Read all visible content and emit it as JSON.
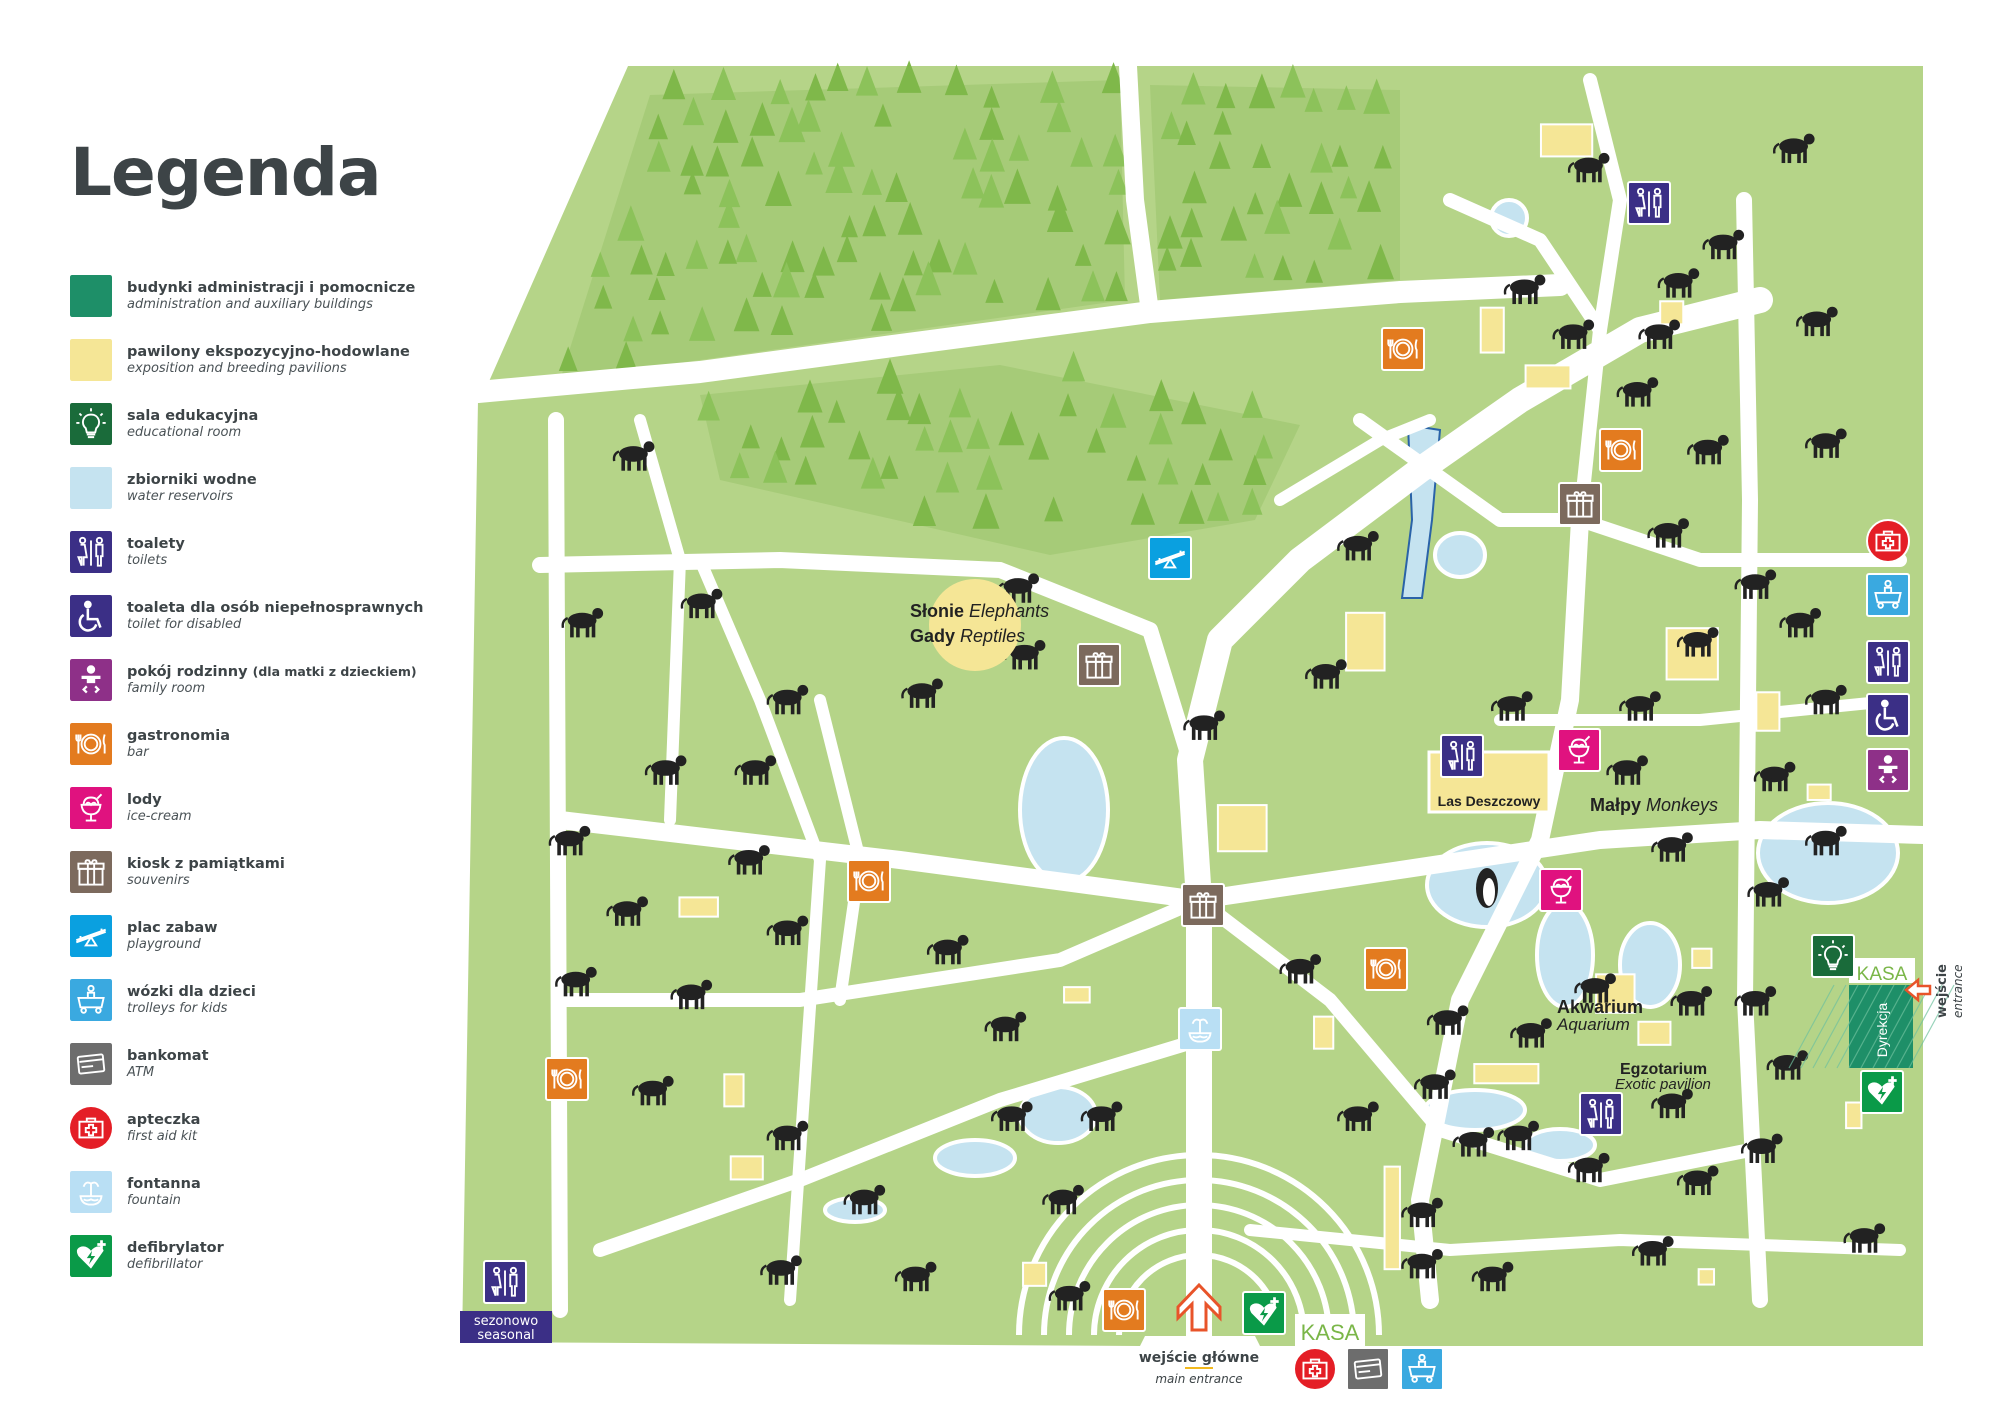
{
  "legend": {
    "title": "Legenda",
    "items": [
      {
        "pl": "budynki administracji i pomocnicze",
        "pl_extra": "",
        "en": "administration and auxiliary buildings",
        "icon": "admin-swatch",
        "color": "#1e8f68"
      },
      {
        "pl": "pawilony ekspozycyjno-hodowlane",
        "pl_extra": "",
        "en": "exposition and breeding pavilions",
        "icon": "pavilion-swatch",
        "color": "#f5e696"
      },
      {
        "pl": "sala edukacyjna",
        "pl_extra": "",
        "en": "educational room",
        "icon": "lightbulb-icon",
        "color": "#1a6b3a"
      },
      {
        "pl": "zbiorniki wodne",
        "pl_extra": "",
        "en": "water reservoirs",
        "icon": "water-swatch",
        "color": "#c5e3f0"
      },
      {
        "pl": "toalety",
        "pl_extra": "",
        "en": "toilets",
        "icon": "toilets-icon",
        "color": "#3b2f86"
      },
      {
        "pl": "toaleta dla osób niepełnosprawnych",
        "pl_extra": "",
        "en": "toilet for disabled",
        "icon": "wheelchair-icon",
        "color": "#3b2f86"
      },
      {
        "pl": "pokój rodzinny",
        "pl_extra": "(dla matki z dzieckiem)",
        "en": "family room",
        "icon": "baby-icon",
        "color": "#8e3088"
      },
      {
        "pl": "gastronomia",
        "pl_extra": "",
        "en": "bar",
        "icon": "plate-cutlery-icon",
        "color": "#e37b1f"
      },
      {
        "pl": "lody",
        "pl_extra": "",
        "en": "ice-cream",
        "icon": "ice-cream-icon",
        "color": "#e0127f"
      },
      {
        "pl": "kiosk z pamiątkami",
        "pl_extra": "",
        "en": "souvenirs",
        "icon": "gift-icon",
        "color": "#7c6a5d"
      },
      {
        "pl": "plac zabaw",
        "pl_extra": "",
        "en": "playground",
        "icon": "seesaw-icon",
        "color": "#0aa0e0"
      },
      {
        "pl": "wózki dla dzieci",
        "pl_extra": "",
        "en": "trolleys for kids",
        "icon": "trolley-icon",
        "color": "#3aa9e0"
      },
      {
        "pl": "bankomat",
        "pl_extra": "",
        "en": "ATM",
        "icon": "credit-card-icon",
        "color": "#6d6d6d"
      },
      {
        "pl": "apteczka",
        "pl_extra": "",
        "en": "first aid kit",
        "icon": "first-aid-icon",
        "color": "#e41e26"
      },
      {
        "pl": "fontanna",
        "pl_extra": "",
        "en": "fountain",
        "icon": "fountain-icon",
        "color": "#b9dff4"
      },
      {
        "pl": "defibrylator",
        "pl_extra": "",
        "en": "defibrillator",
        "icon": "defibrillator-icon",
        "color": "#0a9a48"
      }
    ]
  },
  "map": {
    "colors": {
      "grass": "#b5d488",
      "forest": "#a6cb78",
      "tree": "#7fb84a",
      "path": "#ffffff",
      "animal": "#222222",
      "entrance_arrow": "#e8542a",
      "kasa_text": "#7ab648"
    },
    "labels": {
      "elephants_pl": "Słonie",
      "elephants_en": "Elephants",
      "reptiles_pl": "Gady",
      "reptiles_en": "Reptiles",
      "rainforest": "Las Deszczowy",
      "monkeys_pl": "Małpy",
      "monkeys_en": "Monkeys",
      "aquarium_pl": "Akwarium",
      "aquarium_en": "Aquarium",
      "exotarium_pl": "Egzotarium",
      "exotarium_en": "Exotic pavilion",
      "kasa_east": "KASA",
      "directorate": "Dyrekcja",
      "entrance_east_pl": "wejście",
      "entrance_east_en": "entrance",
      "kasa_main": "KASA",
      "main_entrance_pl": "wejście główne",
      "main_entrance_en": "main entrance",
      "seasonal_pl": "sezonowo",
      "seasonal_en": "seasonal"
    }
  }
}
